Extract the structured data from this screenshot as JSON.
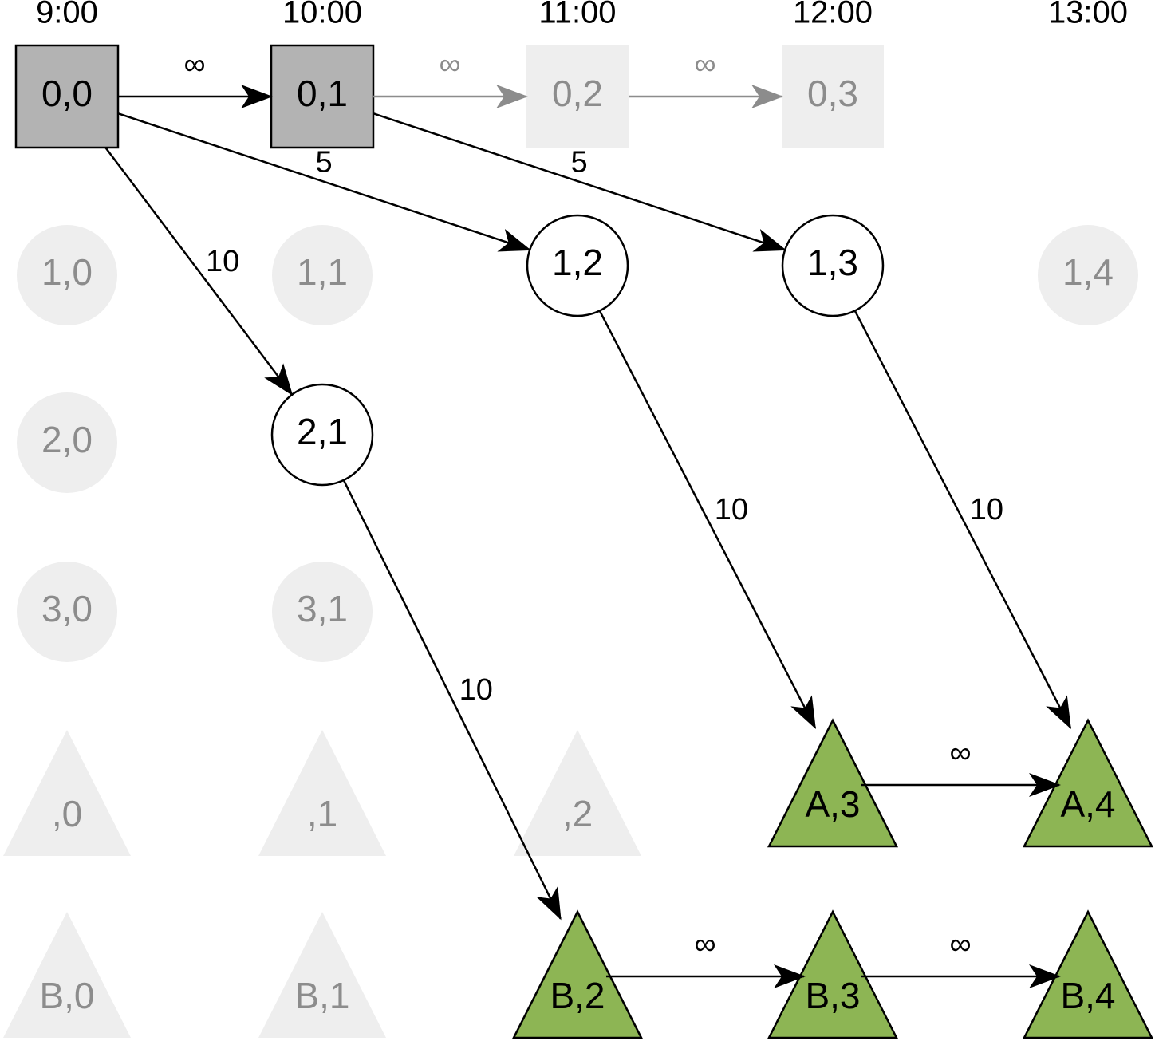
{
  "colors": {
    "active_square_fill": "#b3b3b3",
    "active_circle_fill": "#ffffff",
    "active_triangle_fill": "#8db554",
    "inactive_fill": "#eeeeee",
    "inactive_text": "#8c8c8c",
    "active_text": "#000000",
    "active_edge": "#000000",
    "inactive_edge": "#8c8c8c"
  },
  "time_labels": [
    "9:00",
    "10:00",
    "11:00",
    "12:00",
    "13:00"
  ],
  "nodes": [
    {
      "id": "n00",
      "label": "0,0",
      "shape": "square",
      "state": "active"
    },
    {
      "id": "n01",
      "label": "0,1",
      "shape": "square",
      "state": "active"
    },
    {
      "id": "n02",
      "label": "0,2",
      "shape": "square",
      "state": "inactive"
    },
    {
      "id": "n03",
      "label": "0,3",
      "shape": "square",
      "state": "inactive"
    },
    {
      "id": "n10",
      "label": "1,0",
      "shape": "circle",
      "state": "inactive"
    },
    {
      "id": "n11",
      "label": "1,1",
      "shape": "circle",
      "state": "inactive"
    },
    {
      "id": "n12",
      "label": "1,2",
      "shape": "circle",
      "state": "active"
    },
    {
      "id": "n13",
      "label": "1,3",
      "shape": "circle",
      "state": "active"
    },
    {
      "id": "n14",
      "label": "1,4",
      "shape": "circle",
      "state": "inactive"
    },
    {
      "id": "n20",
      "label": "2,0",
      "shape": "circle",
      "state": "inactive"
    },
    {
      "id": "n21",
      "label": "2,1",
      "shape": "circle",
      "state": "active"
    },
    {
      "id": "n30",
      "label": "3,0",
      "shape": "circle",
      "state": "inactive"
    },
    {
      "id": "n31",
      "label": "3,1",
      "shape": "circle",
      "state": "inactive"
    },
    {
      "id": "nA0",
      "label": ",0",
      "shape": "triangle",
      "state": "inactive"
    },
    {
      "id": "nA1",
      "label": ",1",
      "shape": "triangle",
      "state": "inactive"
    },
    {
      "id": "nA2",
      "label": ",2",
      "shape": "triangle",
      "state": "inactive"
    },
    {
      "id": "nA3",
      "label": "A,3",
      "shape": "triangle",
      "state": "active"
    },
    {
      "id": "nA4",
      "label": "A,4",
      "shape": "triangle",
      "state": "active"
    },
    {
      "id": "nB0",
      "label": "B,0",
      "shape": "triangle",
      "state": "inactive"
    },
    {
      "id": "nB1",
      "label": "B,1",
      "shape": "triangle",
      "state": "inactive"
    },
    {
      "id": "nB2",
      "label": "B,2",
      "shape": "triangle",
      "state": "active"
    },
    {
      "id": "nB3",
      "label": "B,3",
      "shape": "triangle",
      "state": "active"
    },
    {
      "id": "nB4",
      "label": "B,4",
      "shape": "triangle",
      "state": "active"
    }
  ],
  "edges": [
    {
      "from": "n00",
      "to": "n01",
      "label": "∞",
      "state": "active"
    },
    {
      "from": "n01",
      "to": "n02",
      "label": "∞",
      "state": "inactive"
    },
    {
      "from": "n02",
      "to": "n03",
      "label": "∞",
      "state": "inactive"
    },
    {
      "from": "n00",
      "to": "n12",
      "label": "5",
      "state": "active"
    },
    {
      "from": "n01",
      "to": "n13",
      "label": "5",
      "state": "active"
    },
    {
      "from": "n00",
      "to": "n21",
      "label": "10",
      "state": "active"
    },
    {
      "from": "n12",
      "to": "nA3",
      "label": "10",
      "state": "active"
    },
    {
      "from": "n13",
      "to": "nA4",
      "label": "10",
      "state": "active"
    },
    {
      "from": "n21",
      "to": "nB2",
      "label": "10",
      "state": "active"
    },
    {
      "from": "nA3",
      "to": "nA4",
      "label": "∞",
      "state": "active"
    },
    {
      "from": "nB2",
      "to": "nB3",
      "label": "∞",
      "state": "active"
    },
    {
      "from": "nB3",
      "to": "nB4",
      "label": "∞",
      "state": "active"
    }
  ]
}
